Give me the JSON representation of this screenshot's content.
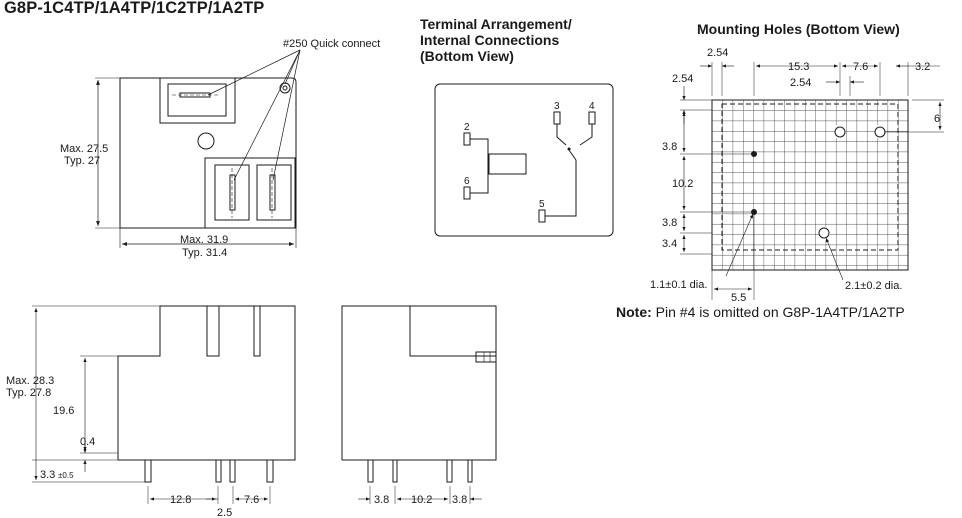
{
  "title": "G8P-1C4TP/1A4TP/1C2TP/1A2TP",
  "top_view": {
    "quick_connect_label": "#250 Quick connect",
    "height_max": "Max. 27.5",
    "height_typ": "Typ. 27",
    "width_max": "Max. 31.9",
    "width_typ": "Typ. 31.4"
  },
  "terminal_view": {
    "heading_line1": "Terminal Arrangement/",
    "heading_line2": "Internal Connections",
    "heading_line3": "(Bottom View)",
    "pins": [
      "2",
      "6",
      "3",
      "4",
      "5"
    ]
  },
  "mounting_view": {
    "heading": "Mounting Holes (Bottom View)",
    "dims": {
      "d_2_54_top": "2.54",
      "d_15_3": "15.3",
      "d_7_6": "7.6",
      "d_3_2": "3.2",
      "d_2_54_mid": "2.54",
      "d_2_54_left": "2.54",
      "d_6": "6",
      "d_3_8_a": "3.8",
      "d_10_2": "10.2",
      "d_3_8_b": "3.8",
      "d_3_4": "3.4",
      "small_hole": "1.1±0.1 dia.",
      "large_hole": "2.1±0.2 dia.",
      "d_5_5": "5.5"
    }
  },
  "note": {
    "label": "Note:",
    "text": " Pin #4 is omitted on G8P-1A4TP/1A2TP"
  },
  "front_view": {
    "height_max": "Max. 28.3",
    "height_typ": "Typ. 27.8",
    "d_19_6": "19.6",
    "d_0_4": "0.4",
    "d_3_3": "3.3",
    "d_3_3_tol": "±0.5",
    "d_12_8": "12.8",
    "d_7_6": "7.6",
    "d_2_5": "2.5"
  },
  "side_view": {
    "d_3_8_left": "3.8",
    "d_10_2": "10.2",
    "d_3_8_right": "3.8"
  }
}
